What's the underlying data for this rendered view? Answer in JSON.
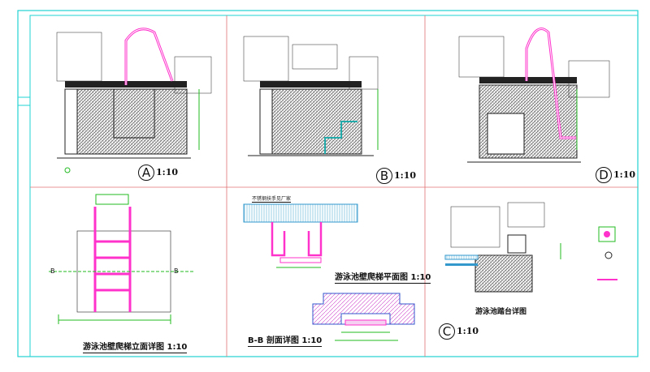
{
  "panels": {
    "A": {
      "marker": "A",
      "scale": "1:10"
    },
    "B": {
      "marker": "B",
      "scale": "1:10"
    },
    "D": {
      "marker": "D",
      "scale": "1:10"
    },
    "C": {
      "marker": "C",
      "scale": "1:10",
      "title": "游泳池踏台详图"
    },
    "elevation": {
      "title": "游泳池壁爬梯立面详图",
      "scale": "1:10",
      "section_left": "B",
      "section_right": "B"
    },
    "plan": {
      "title": "游泳池壁爬梯平面图",
      "scale": "1:10",
      "top_note": "不锈钢扶手见厂家"
    },
    "section": {
      "title": "B-B 剖面详图",
      "scale": "1:10"
    }
  },
  "colors": {
    "frame": "#22d3d3",
    "grid": "#e07070",
    "handrail": "#ff33cc",
    "dimension": "#22bb22",
    "hatch": "#333333"
  }
}
